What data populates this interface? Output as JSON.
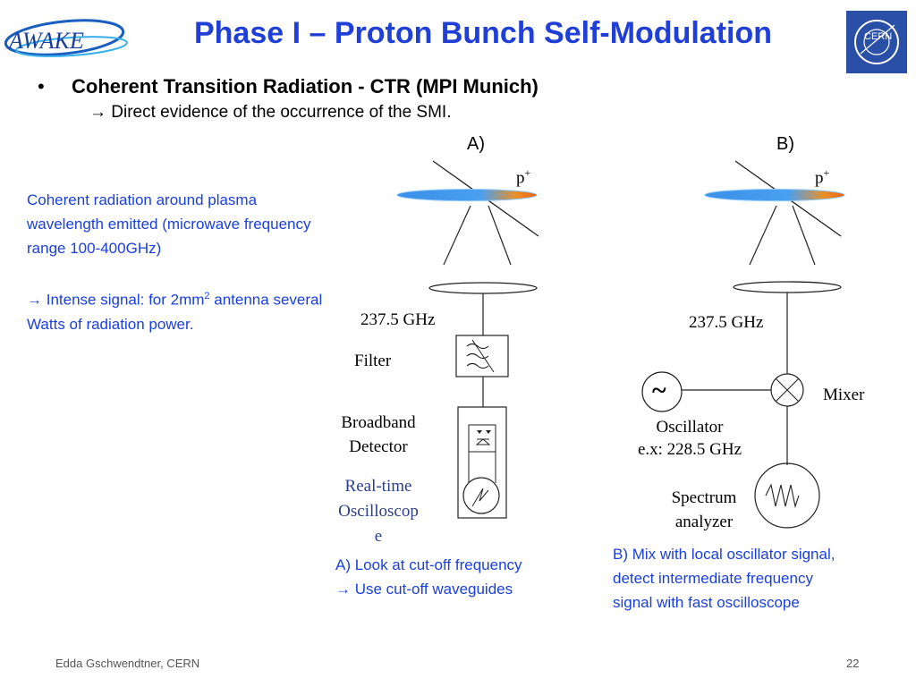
{
  "slide": {
    "title": "Phase I – Proton Bunch Self-Modulation",
    "bullet": "Coherent Transition Radiation - CTR (MPI Munich)",
    "sub_arrow": "→",
    "sub_text": "Direct evidence of the occurrence of the SMI.",
    "left_text": {
      "para1": "Coherent radiation around plasma wavelength emitted (microwave frequency range 100-400GHz)",
      "para2_arrow": "→",
      "para2_a": " Intense signal: for 2mm",
      "para2_sup": "2",
      "para2_b": " antenna several Watts of radiation power."
    },
    "logos": {
      "awake": "AWAKE",
      "cern": "CERN"
    },
    "footer": {
      "author": "Edda Gschwendtner, CERN",
      "page": "22"
    }
  },
  "diagram_a": {
    "label": "A)",
    "proton": "p",
    "proton_sup": "+",
    "freq": "237.5 GHz",
    "filter": "Filter",
    "detector_l1": "Broadband",
    "detector_l2": "Detector",
    "scope_l1": "Real-time",
    "scope_l2": "Oscilloscop",
    "scope_l3": "e",
    "caption_l1": "A) Look at cut-off frequency",
    "caption_arrow": "→",
    "caption_l2": " Use cut-off waveguides"
  },
  "diagram_b": {
    "label": "B)",
    "proton": "p",
    "proton_sup": "+",
    "freq": "237.5 GHz",
    "mixer": "Mixer",
    "osc_symbol": "~",
    "osc_l1": "Oscillator",
    "osc_l2": "e.x: 228.5 GHz",
    "spec_l1": "Spectrum",
    "spec_l2": "analyzer",
    "caption_l1": "B) Mix with local oscillator signal,",
    "caption_l2": "detect intermediate frequency",
    "caption_l3": "signal with fast oscilloscope"
  },
  "colors": {
    "title": "#1f3fd6",
    "accent_text": "#1a3fe0",
    "bunch": "#2f8fe0",
    "bunch_head": "#f07020",
    "cern_bg": "#2a4fa6"
  }
}
